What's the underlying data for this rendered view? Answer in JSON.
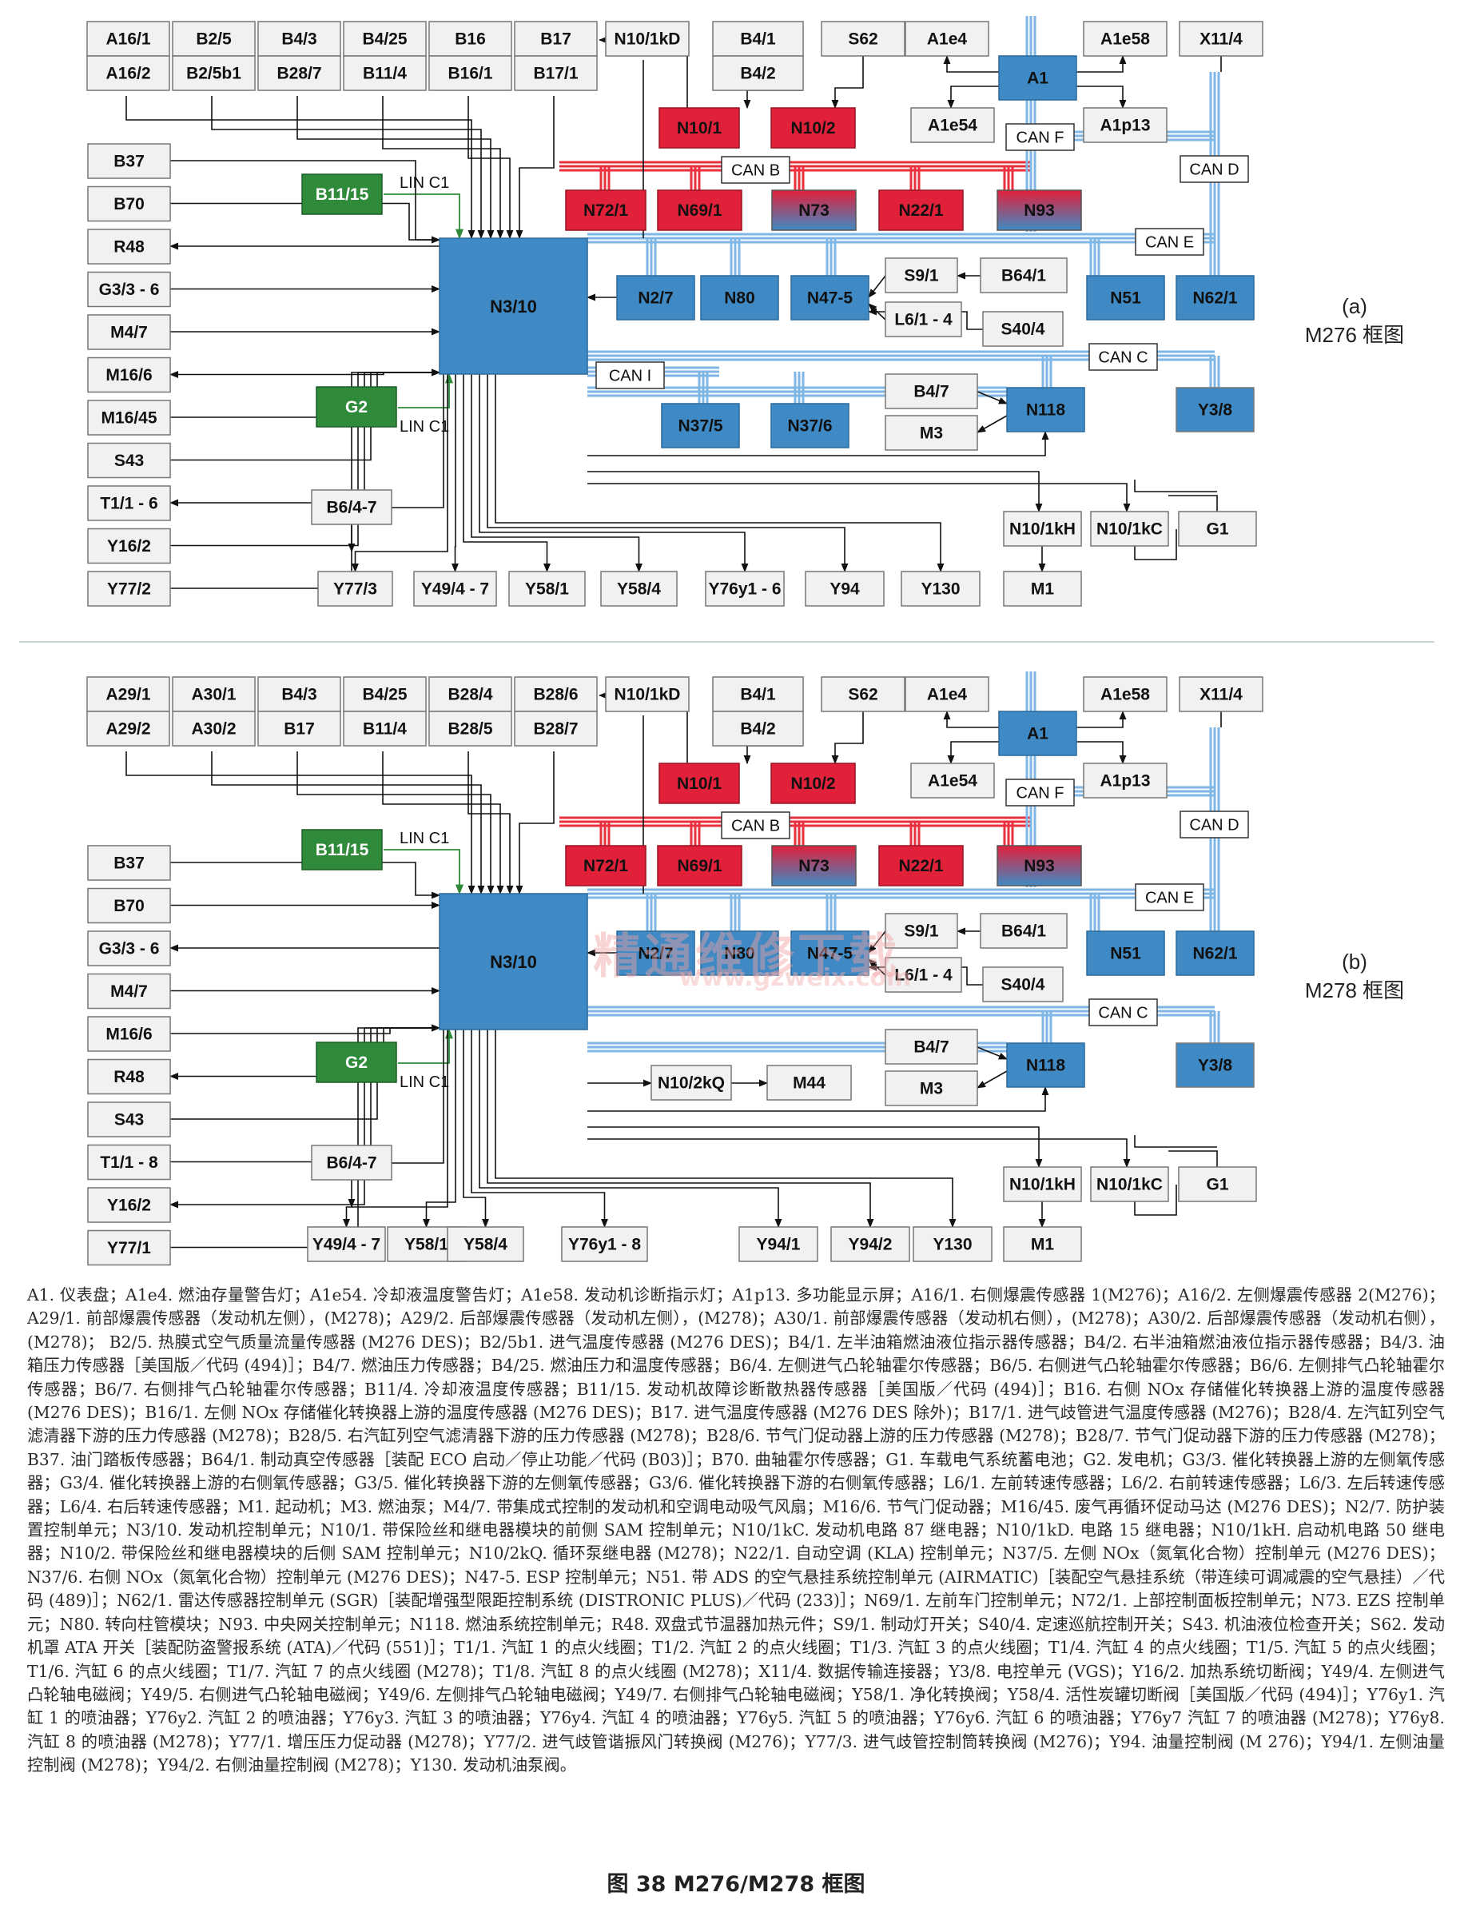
{
  "colors": {
    "can_blue": "#7eb6e6",
    "can_red": "#e8303e",
    "ecu_blue": "#3f8ac4",
    "ecu_red": "#e1203a",
    "green": "#2f8a3a",
    "box_fill": "#f1f1f1",
    "line": "#111111"
  },
  "diagrams": [
    {
      "id": "a",
      "title_line1": "(a)",
      "title_line2": "M276 框图",
      "left_col": [
        "B37",
        "B70",
        "R48",
        "G3/3 - 6",
        "M4/7",
        "M16/6",
        "M16/45",
        "S43",
        "T1/1 - 6",
        "Y16/2",
        "Y77/2"
      ],
      "top_pairs": [
        [
          "A16/1",
          "A16/2"
        ],
        [
          "B2/5",
          "B2/5b1"
        ],
        [
          "B4/3",
          "B28/7"
        ],
        [
          "B4/25",
          "B11/4"
        ],
        [
          "B16",
          "B16/1"
        ],
        [
          "B17",
          "B17/1"
        ]
      ],
      "bottom_row": [
        "Y77/3",
        "Y49/4 - 7",
        "Y58/1",
        "Y58/4",
        "Y76y1 - 6",
        "Y94",
        "Y130"
      ],
      "labels": {
        "n10_1kd": "N10/1kD",
        "b4_1": "B4/1",
        "b4_2": "B4/2",
        "s62": "S62",
        "a1e4": "A1e4",
        "a1e58": "A1e58",
        "x11_4": "X11/4",
        "a1": "A1",
        "a1e54": "A1e54",
        "a1p13": "A1p13",
        "can_f": "CAN F",
        "can_d": "CAN D",
        "can_b": "CAN B",
        "can_e": "CAN E",
        "can_c": "CAN C",
        "n10_1": "N10/1",
        "n10_2": "N10/2",
        "n72_1": "N72/1",
        "n69_1": "N69/1",
        "n73": "N73",
        "n22_1": "N22/1",
        "n93": "N93",
        "b11_15": "B11/15",
        "lin_c1_top": "LIN C1",
        "n3_10": "N3/10",
        "g2": "G2",
        "lin_c1_bot": "LIN C1",
        "n2_7": "N2/7",
        "n80": "N80",
        "n47_5": "N47-5",
        "s9_1": "S9/1",
        "b64_1": "B64/1",
        "l6_1_4": "L6/1 - 4",
        "s40_4": "S40/4",
        "n51": "N51",
        "n62_1": "N62/1",
        "b4_7": "B4/7",
        "m3": "M3",
        "n118": "N118",
        "y3_8": "Y3/8",
        "b6_4_7": "B6/4-7",
        "n10_1kh": "N10/1kH",
        "n10_1kc": "N10/1kC",
        "g1": "G1",
        "m1": "M1",
        "can_i": "CAN I",
        "n37_5": "N37/5",
        "n37_6": "N37/6"
      }
    },
    {
      "id": "b",
      "title_line1": "(b)",
      "title_line2": "M278 框图",
      "left_col": [
        "B37",
        "B70",
        "G3/3 - 6",
        "M4/7",
        "M16/6",
        "R48",
        "S43",
        "T1/1 - 8",
        "Y16/2",
        "Y77/1"
      ],
      "top_pairs": [
        [
          "A29/1",
          "A29/2"
        ],
        [
          "A30/1",
          "A30/2"
        ],
        [
          "B4/3",
          "B17"
        ],
        [
          "B4/25",
          "B11/4"
        ],
        [
          "B28/4",
          "B28/5"
        ],
        [
          "B28/6",
          "B28/7"
        ]
      ],
      "bottom_row": [
        "Y49/4 - 7",
        "Y58/1",
        "Y58/4",
        "Y76y1 - 8",
        "Y94/1",
        "Y94/2",
        "Y130"
      ],
      "labels": {
        "n10_1kd": "N10/1kD",
        "b4_1": "B4/1",
        "b4_2": "B4/2",
        "s62": "S62",
        "a1e4": "A1e4",
        "a1e58": "A1e58",
        "x11_4": "X11/4",
        "a1": "A1",
        "a1e54": "A1e54",
        "a1p13": "A1p13",
        "can_f": "CAN F",
        "can_d": "CAN D",
        "can_b": "CAN B",
        "can_e": "CAN E",
        "can_c": "CAN C",
        "n10_1": "N10/1",
        "n10_2": "N10/2",
        "n72_1": "N72/1",
        "n69_1": "N69/1",
        "n73": "N73",
        "n22_1": "N22/1",
        "n93": "N93",
        "b11_15": "B11/15",
        "lin_c1_top": "LIN C1",
        "n3_10": "N3/10",
        "g2": "G2",
        "lin_c1_bot": "LIN C1",
        "n2_7": "N2/7",
        "n80": "N80",
        "n47_5": "N47-5",
        "s9_1": "S9/1",
        "b64_1": "B64/1",
        "l6_1_4": "L6/1 - 4",
        "s40_4": "S40/4",
        "n51": "N51",
        "n62_1": "N62/1",
        "b4_7": "B4/7",
        "m3": "M3",
        "n118": "N118",
        "y3_8": "Y3/8",
        "b6_4_7": "B6/4-7",
        "n10_1kh": "N10/1kH",
        "n10_1kc": "N10/1kC",
        "g1": "G1",
        "m1": "M1",
        "n10_2kq": "N10/2kQ",
        "m44": "M44"
      }
    }
  ],
  "watermark": {
    "line1": "精通维修下载",
    "line2": "www.gzweix.com"
  },
  "legend": "A1. 仪表盘；A1e4. 燃油存量警告灯；A1e54. 冷却液温度警告灯；A1e58. 发动机诊断指示灯；A1p13. 多功能显示屏；A16/1. 右侧爆震传感器 1(M276)；A16/2. 左侧爆震传感器 2(M276)；A29/1. 前部爆震传感器（发动机左侧），(M278)；A29/2. 后部爆震传感器（发动机左侧），(M278)；A30/1. 前部爆震传感器（发动机右侧），(M278)；A30/2. 后部爆震传感器（发动机右侧），(M278)； B2/5. 热膜式空气质量流量传感器 (M276 DES)；B2/5b1. 进气温度传感器 (M276 DES)；B4/1. 左半油箱燃油液位指示器传感器；B4/2. 右半油箱燃油液位指示器传感器；B4/3. 油箱压力传感器［美国版／代码 (494)］；B4/7. 燃油压力传感器；B4/25. 燃油压力和温度传感器；B6/4. 左侧进气凸轮轴霍尔传感器；B6/5. 右侧进气凸轮轴霍尔传感器；B6/6. 左侧排气凸轮轴霍尔传感器；B6/7. 右侧排气凸轮轴霍尔传感器；B11/4. 冷却液温度传感器；B11/15. 发动机故障诊断散热器传感器［美国版／代码 (494)］；B16. 右侧 NOx 存储催化转换器上游的温度传感器 (M276 DES)；B16/1. 左侧 NOx 存储催化转换器上游的温度传感器 (M276 DES)；B17. 进气温度传感器 (M276 DES 除外)；B17/1. 进气歧管进气温度传感器 (M276)；B28/4. 左汽缸列空气滤清器下游的压力传感器 (M278)；B28/5. 右汽缸列空气滤清器下游的压力传感器 (M278)；B28/6. 节气门促动器上游的压力传感器 (M278)；B28/7. 节气门促动器下游的压力传感器 (M278)；B37. 油门踏板传感器；B64/1. 制动真空传感器［装配 ECO 启动／停止功能／代码 (B03)］；B70. 曲轴霍尔传感器；G1. 车载电气系统蓄电池；G2. 发电机；G3/3. 催化转换器上游的左侧氧传感器；G3/4. 催化转换器上游的右侧氧传感器；G3/5. 催化转换器下游的左侧氧传感器；G3/6. 催化转换器下游的右侧氧传感器；L6/1. 左前转速传感器；L6/2. 右前转速传感器；L6/3. 左后转速传感器；L6/4. 右后转速传感器；M1. 起动机；M3. 燃油泵；M4/7. 带集成式控制的发动机和空调电动吸气风扇；M16/6. 节气门促动器；M16/45. 废气再循环促动马达 (M276 DES)；N2/7. 防护装置控制单元；N3/10. 发动机控制单元；N10/1. 带保险丝和继电器模块的前侧 SAM 控制单元；N10/1kC. 发动机电路 87 继电器；N10/1kD. 电路 15 继电器；N10/1kH. 启动机电路 50 继电器；N10/2. 带保险丝和继电器模块的后侧 SAM 控制单元；N10/2kQ. 循环泵继电器 (M278)；N22/1. 自动空调 (KLA) 控制单元；N37/5. 左侧 NOx（氮氧化合物）控制单元 (M276 DES)；N37/6. 右侧 NOx（氮氧化合物）控制单元 (M276 DES)；N47-5. ESP 控制单元；N51. 带 ADS 的空气悬挂系统控制单元 (AIRMATIC)［装配空气悬挂系统（带连续可调减震的空气悬挂）／代码 (489)］；N62/1. 雷达传感器控制单元 (SGR)［装配增强型限距控制系统 (DISTRONIC PLUS)／代码 (233)］；N69/1. 左前车门控制单元；N72/1. 上部控制面板控制单元；N73. EZS 控制单元；N80. 转向柱管模块；N93. 中央网关控制单元；N118. 燃油系统控制单元；R48. 双盘式节温器加热元件；S9/1. 制动灯开关；S40/4. 定速巡航控制开关；S43. 机油液位检查开关；S62. 发动机罩 ATA 开关［装配防盗警报系统 (ATA)／代码 (551)］；T1/1. 汽缸 1 的点火线圈；T1/2. 汽缸 2 的点火线圈；T1/3. 汽缸 3 的点火线圈；T1/4. 汽缸 4 的点火线圈；T1/5. 汽缸 5 的点火线圈；T1/6. 汽缸 6 的点火线圈；T1/7. 汽缸 7 的点火线圈 (M278)；T1/8. 汽缸 8 的点火线圈 (M278)；X11/4. 数据传输连接器；Y3/8. 电控单元 (VGS)；Y16/2. 加热系统切断阀；Y49/4. 左侧进气凸轮轴电磁阀；Y49/5. 右侧进气凸轮轴电磁阀；Y49/6. 左侧排气凸轮轴电磁阀；Y49/7. 右侧排气凸轮轴电磁阀；Y58/1. 净化转换阀；Y58/4. 活性炭罐切断阀［美国版／代码 (494)］；Y76y1. 汽缸 1 的喷油器；Y76y2. 汽缸 2 的喷油器；Y76y3. 汽缸 3 的喷油器；Y76y4. 汽缸 4 的喷油器；Y76y5. 汽缸 5 的喷油器；Y76y6. 汽缸 6 的喷油器；Y76y7 汽缸 7 的喷油器 (M278)；Y76y8. 汽缸 8 的喷油器 (M278)；Y77/1. 增压压力促动器 (M278)；Y77/2. 进气歧管谐振风门转换阀 (M276)；Y77/3. 进气歧管控制筒转换阀 (M276)；Y94. 油量控制阀 (M 276)；Y94/1. 左侧油量控制阀 (M278)；Y94/2. 右侧油量控制阀 (M278)；Y130. 发动机油泵阀。",
  "caption": "图 38 M276/M278 框图"
}
